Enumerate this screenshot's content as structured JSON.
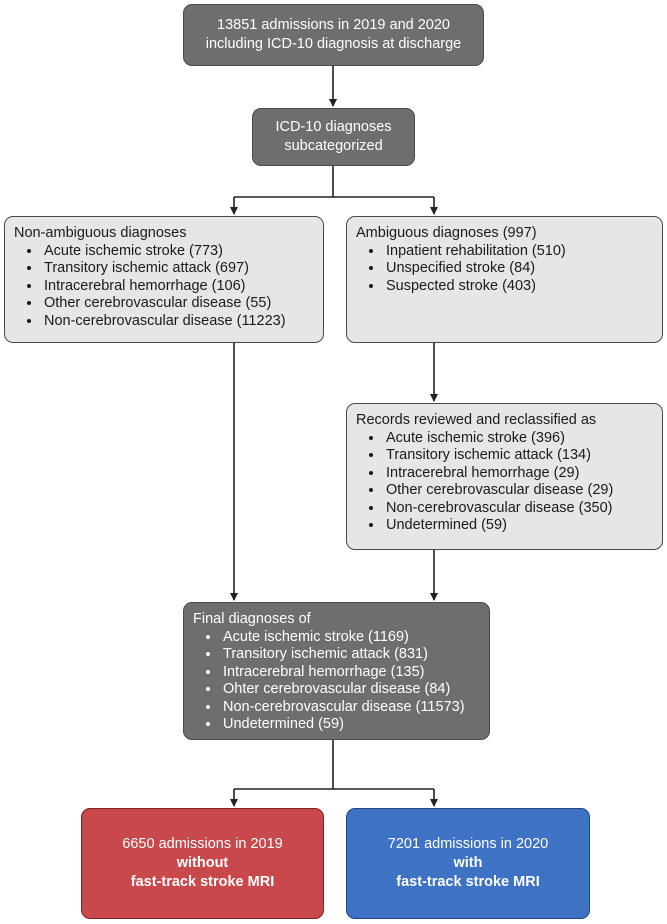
{
  "top_box": {
    "line1": "13851 admissions in 2019 and 2020",
    "line2": "including ICD-10 diagnosis at discharge"
  },
  "subcat_box": {
    "line1": "ICD-10 diagnoses",
    "line2": "subcategorized"
  },
  "non_ambiguous": {
    "title": "Non-ambiguous diagnoses",
    "items": [
      "Acute ischemic stroke (773)",
      "Transitory ischemic attack (697)",
      "Intracerebral hemorrhage (106)",
      "Other cerebrovascular disease (55)",
      "Non-cerebrovascular disease (11223)"
    ]
  },
  "ambiguous": {
    "title": "Ambiguous diagnoses (997)",
    "items": [
      "Inpatient rehabilitation (510)",
      "Unspecified stroke (84)",
      "Suspected stroke (403)"
    ]
  },
  "reviewed": {
    "title": "Records reviewed and reclassified as",
    "items": [
      "Acute ischemic stroke (396)",
      "Transitory ischemic attack (134)",
      "Intracerebral hemorrhage (29)",
      "Other cerebrovascular disease (29)",
      "Non-cerebrovascular disease (350)",
      "Undetermined (59)"
    ]
  },
  "final": {
    "title": "Final diagnoses of",
    "items": [
      "Acute ischemic stroke (1169)",
      "Transitory ischemic attack (831)",
      "Intracerebral hemorrhage (135)",
      "Ohter cerebrovascular disease (84)",
      "Non-cerebrovascular disease (11573)",
      "Undetermined (59)"
    ]
  },
  "year_2019": {
    "line1": "6650 admissions in 2019",
    "line2": "without",
    "line3": "fast-track stroke MRI"
  },
  "year_2020": {
    "line1": "7201 admissions in 2020",
    "line2": "with",
    "line3": "fast-track stroke MRI"
  },
  "colors": {
    "dark_box": "#6e6e6e",
    "light_box": "#e6e6e6",
    "red_box": "#c9484b",
    "blue_box": "#3d72c4"
  }
}
